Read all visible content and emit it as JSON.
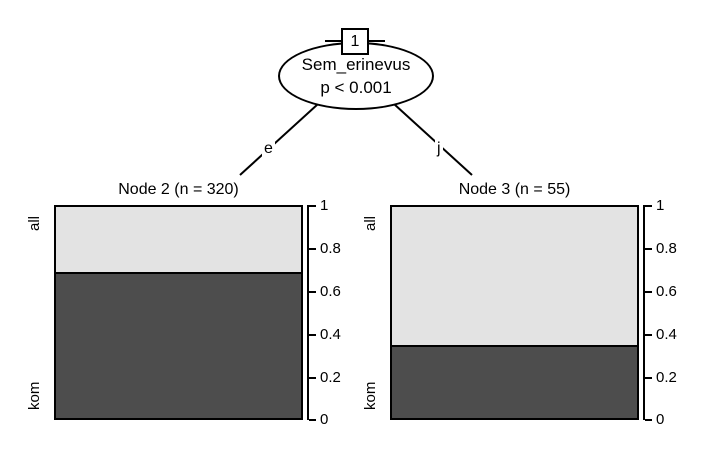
{
  "chart_data": {
    "type": "bar",
    "title": "",
    "plot_kind": "conditional-inference-tree",
    "axis": {
      "ticks": [
        "1",
        "0.8",
        "0.6",
        "0.4",
        "0.2",
        "0"
      ],
      "tick_values": [
        1,
        0.8,
        0.6,
        0.4,
        0.2,
        0
      ],
      "ylim": [
        0,
        1
      ],
      "grid": false
    },
    "categories": [
      "all",
      "kom"
    ],
    "category_colors": {
      "all": "#E3E3E3",
      "kom": "#4D4D4D"
    },
    "root": {
      "id": "1",
      "variable": "Sem_erinevus",
      "pvalue": "p < 0.001"
    },
    "edges": [
      {
        "label": "e",
        "to": "2"
      },
      {
        "label": "j",
        "to": "3"
      }
    ],
    "nodes": [
      {
        "id": "2",
        "title": "Node 2 (n = 320)",
        "n": 320,
        "series": [
          {
            "name": "all",
            "value": 0.31
          },
          {
            "name": "kom",
            "value": 0.69
          }
        ]
      },
      {
        "id": "3",
        "title": "Node 3 (n = 55)",
        "n": 55,
        "series": [
          {
            "name": "all",
            "value": 0.655
          },
          {
            "name": "kom",
            "value": 0.345
          }
        ]
      }
    ]
  }
}
